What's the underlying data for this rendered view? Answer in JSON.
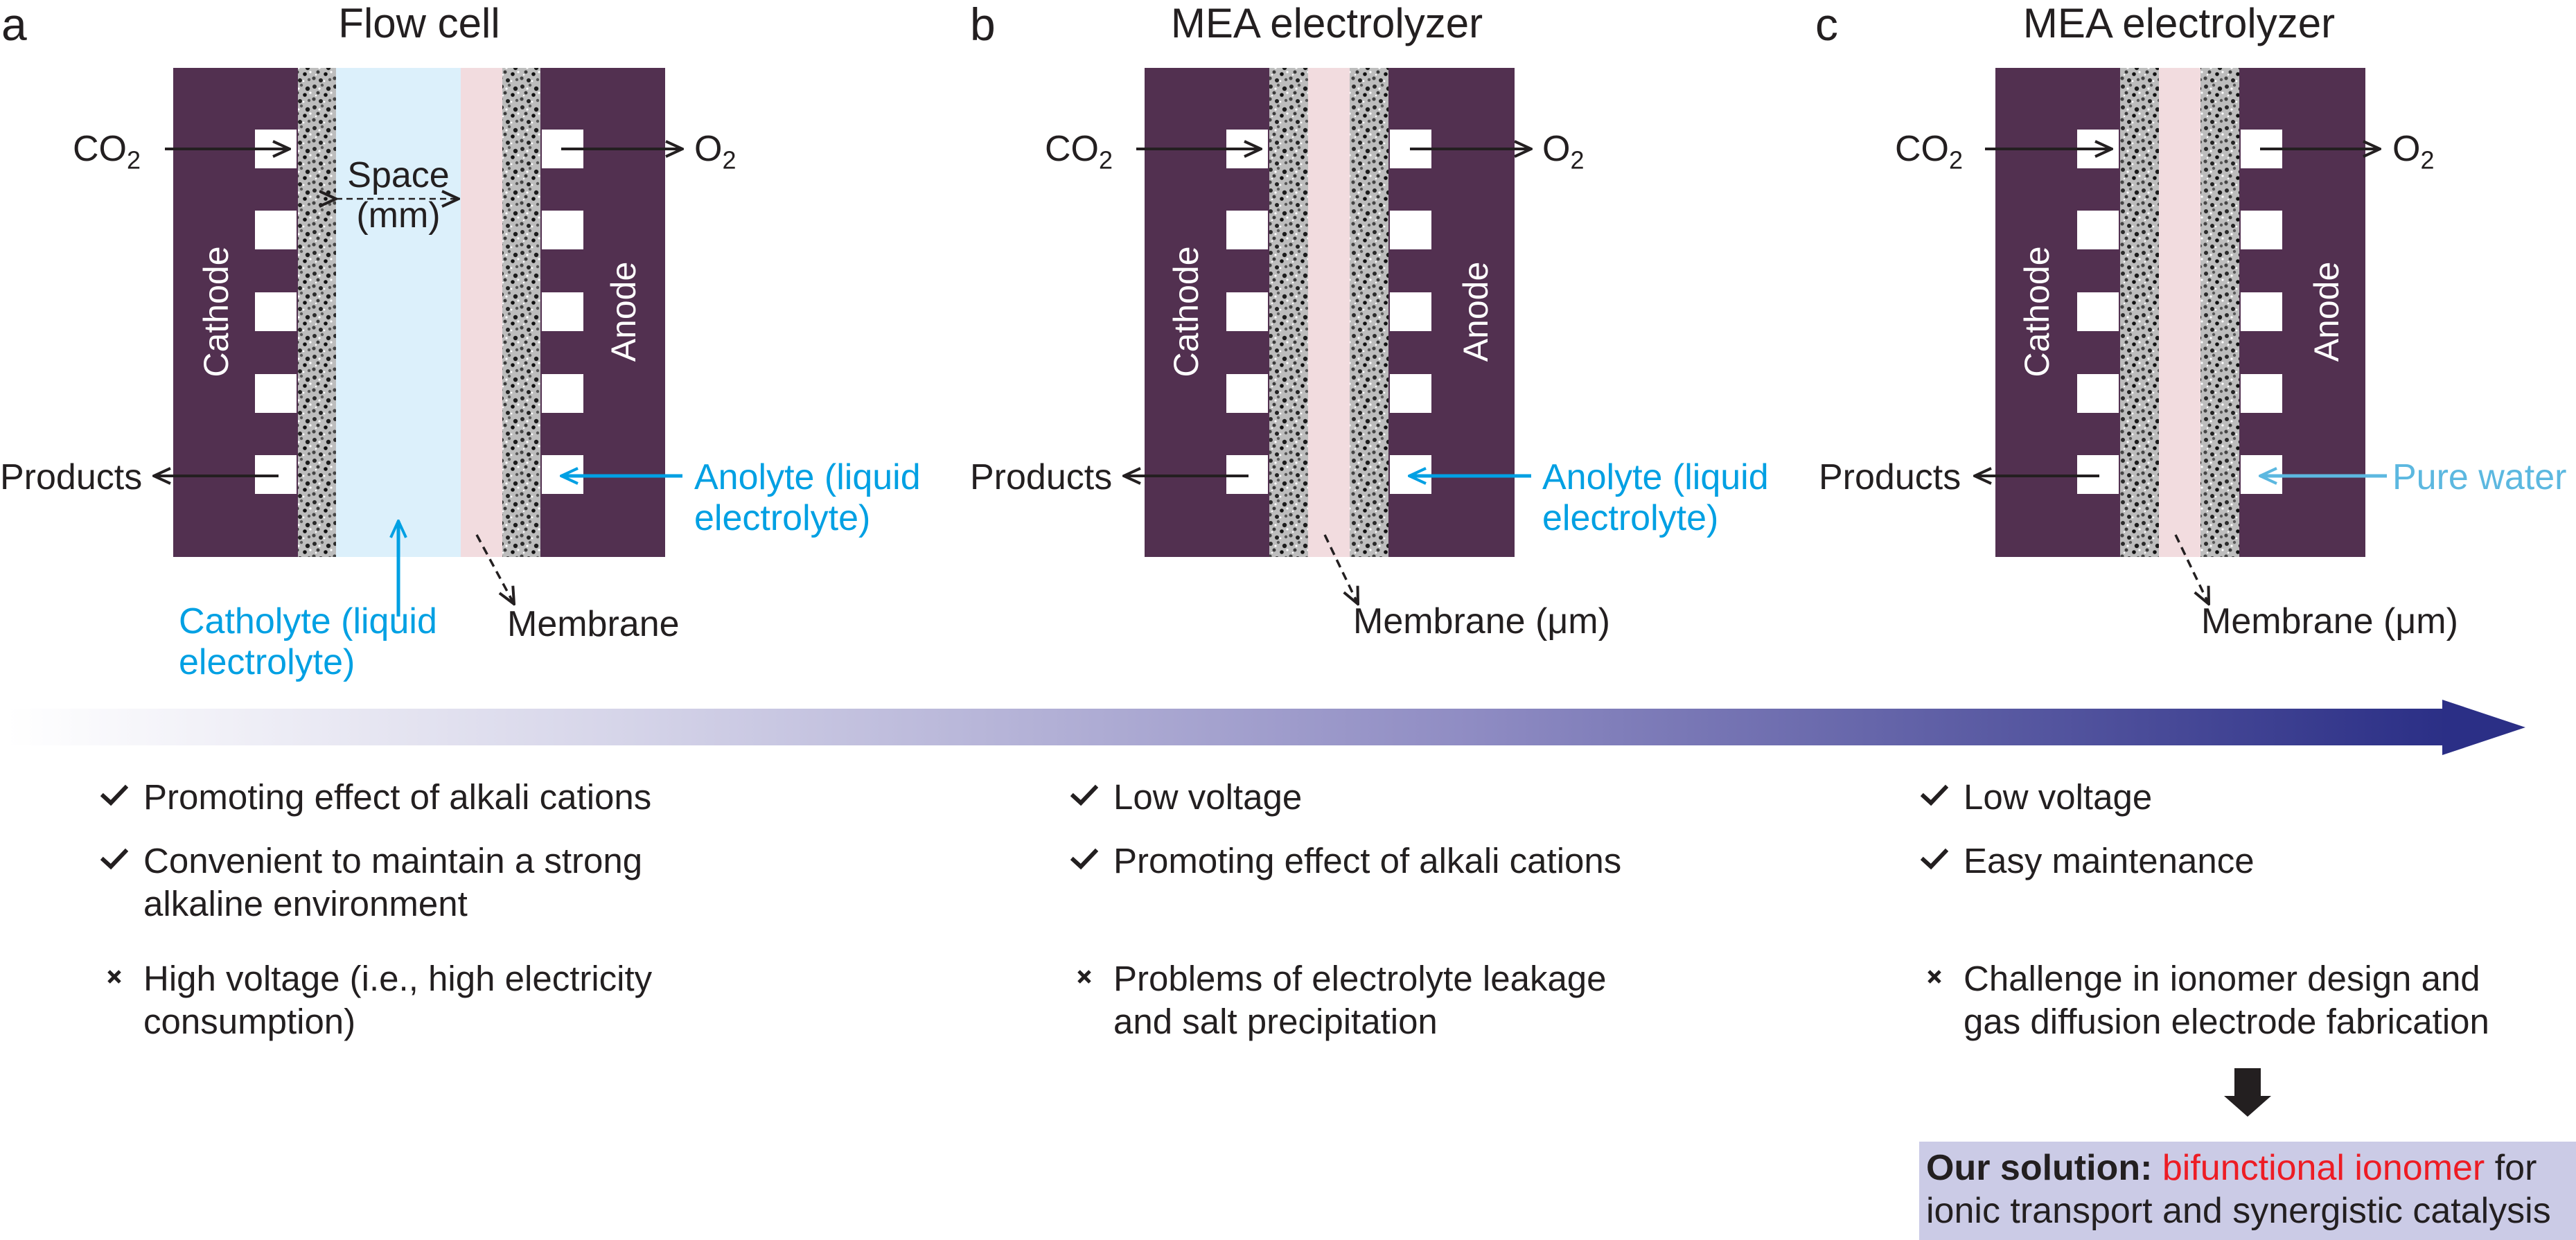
{
  "panels": [
    {
      "letter": "a",
      "title": "Flow cell",
      "cathode": "Cathode",
      "anode": "Anode",
      "co2": "CO",
      "co2_sub": "2",
      "o2": "O",
      "o2_sub": "2",
      "products": "Products",
      "space_line1": "Space",
      "space_line2": "(mm)",
      "anolyte": "Anolyte (liquid\nelectrolyte)",
      "catholyte": "Catholyte (liquid\nelectrolyte)",
      "membrane": "Membrane"
    },
    {
      "letter": "b",
      "title": "MEA electrolyzer",
      "cathode": "Cathode",
      "anode": "Anode",
      "co2": "CO",
      "co2_sub": "2",
      "o2": "O",
      "o2_sub": "2",
      "products": "Products",
      "anolyte": "Anolyte (liquid\nelectrolyte)",
      "membrane": "Membrane (μm)"
    },
    {
      "letter": "c",
      "title": "MEA electrolyzer",
      "cathode": "Cathode",
      "anode": "Anode",
      "co2": "CO",
      "co2_sub": "2",
      "o2": "O",
      "o2_sub": "2",
      "products": "Products",
      "pure_water": "Pure water",
      "membrane": "Membrane (μm)"
    }
  ],
  "bullets": [
    [
      {
        "type": "check",
        "text": "Promoting effect of alkali cations"
      },
      {
        "type": "check",
        "text": "Convenient to maintain a strong\nalkaline environment"
      },
      {
        "type": "cross",
        "text": "High voltage (i.e., high electricity\nconsumption)"
      }
    ],
    [
      {
        "type": "check",
        "text": "Low voltage"
      },
      {
        "type": "check",
        "text": "Promoting effect of alkali cations"
      },
      {
        "type": "cross",
        "text": "Problems of electrolyte leakage\nand salt precipitation"
      }
    ],
    [
      {
        "type": "check",
        "text": "Low voltage"
      },
      {
        "type": "check",
        "text": "Easy maintenance"
      },
      {
        "type": "cross",
        "text": "Challenge in ionomer design and\ngas diffusion electrode fabrication"
      }
    ]
  ],
  "solution": {
    "bold": "Our solution:",
    "highlight": "bifunctional ionomer",
    "rest1": " for",
    "line2": "ionic transport and synergistic catalysis"
  },
  "colors": {
    "plate": "#523050",
    "catholyte": "#dcf0fb",
    "membrane": "#f2dcdf",
    "blue_label": "#00a0e3",
    "pure_water": "#5cb8e0",
    "arrow_dark": "#2b2f86",
    "highlight": "#ed1c24",
    "solution_bg": "#cbcbe6"
  },
  "icons": [
    "check-icon",
    "cross-icon",
    "down-arrow-icon",
    "gradient-arrow"
  ]
}
